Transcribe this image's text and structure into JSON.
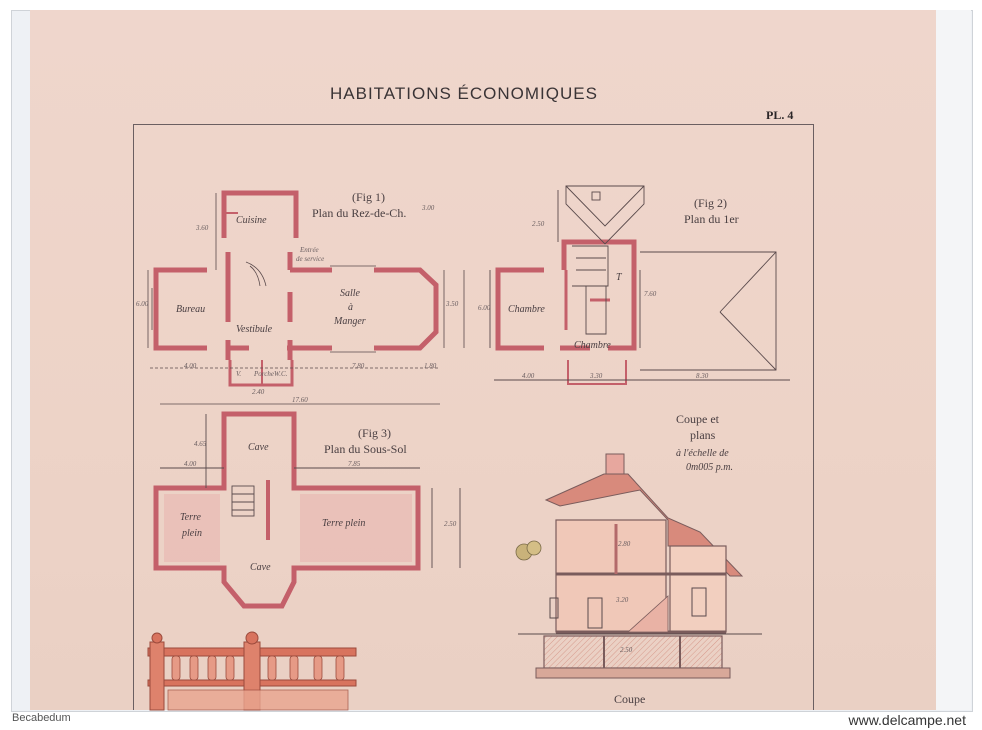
{
  "plate": {
    "title": "HABITATIONS ÉCONOMIQUES",
    "number": "PL. 4"
  },
  "fig1": {
    "caption": "(Fig 1)",
    "title": "Plan du Rez-de-Ch.",
    "height_note": "3.00",
    "rooms": {
      "cuisine": "Cuisine",
      "entree": "Entrée",
      "entree_sub": "de service",
      "bureau": "Bureau",
      "vestibule": "Vestibule",
      "salle": "Salle",
      "a": "à",
      "manger": "Manger",
      "v": "V.",
      "porche": "Porche",
      "wc": "W.C."
    },
    "dims": {
      "d1": "4.00",
      "d2": "7.80",
      "d3": "1.80",
      "d4": "17.60",
      "d5": "3.60",
      "d6": "6.00",
      "d7": "3.50",
      "d8": "2.40"
    }
  },
  "fig2": {
    "caption": "(Fig 2)",
    "title": "Plan du 1er",
    "rooms": {
      "t": "T",
      "chambre1": "Chambre",
      "chambre2": "Chambre"
    },
    "dims": {
      "d1": "4.00",
      "d2": "3.30",
      "d3": "8.30",
      "d4": "2.50",
      "d5": "6.00",
      "d6": "7.60"
    }
  },
  "fig3": {
    "caption": "(Fig 3)",
    "title": "Plan du Sous-Sol",
    "rooms": {
      "cave1": "Cave",
      "cave2": "Cave",
      "terre1_line1": "Terre",
      "terre1_line2": "plein",
      "terre2": "Terre plein"
    },
    "dims": {
      "d1": "4.00",
      "d2": "7.85",
      "d3": "4.65",
      "d4": "2.50"
    }
  },
  "section": {
    "title_line1": "Coupe et",
    "title_line2": "plans",
    "scale_line1": "à l'échelle de",
    "scale_line2": "0m005 p.m.",
    "label": "Coupe",
    "dims": {
      "d1": "2.80",
      "d2": "3.20",
      "d3": "2.50"
    }
  },
  "footer": {
    "left": "Becabedum",
    "right": "www.delcampe.net"
  },
  "colors": {
    "paper": "#edd3c7",
    "wall": "#c4606a",
    "wall_fill": "#e69a9e",
    "ink": "#4a3f42",
    "wood": "#d8735e"
  }
}
